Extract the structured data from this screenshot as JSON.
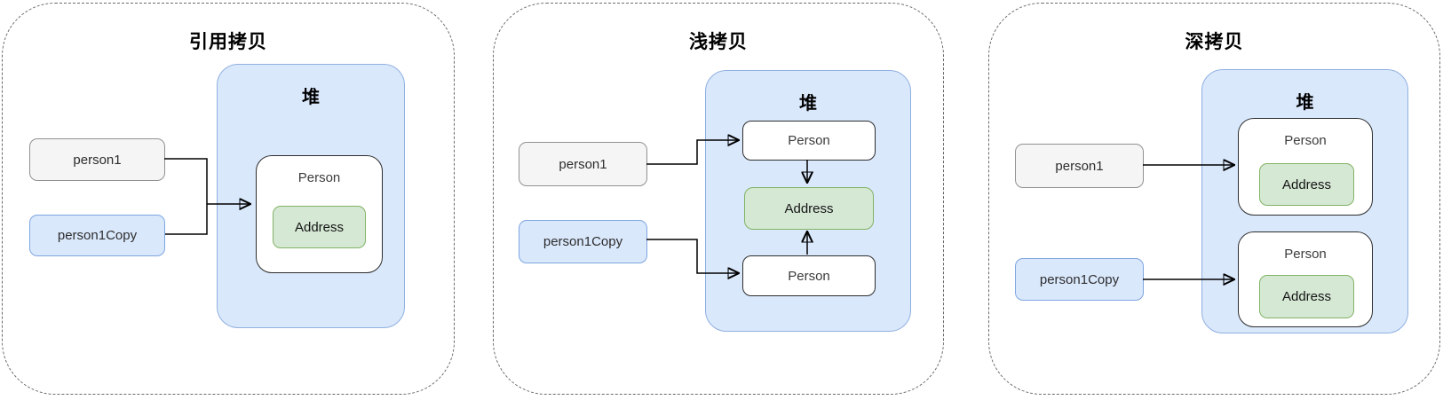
{
  "diagram_title": "copy-semantics-diagram",
  "colors": {
    "heap_fill": "#dae8fc",
    "heap_stroke": "#8fb0e0",
    "blue_fill": "#dae8fc",
    "blue_stroke": "#7ea6e0",
    "gray_fill": "#f5f5f5",
    "gray_stroke": "#919191",
    "green_fill": "#d5e8d4",
    "green_stroke": "#82b366",
    "box_stroke": "#2d2d2d",
    "line": "#000000",
    "panel_border": "#6b6b6b"
  },
  "panels": [
    {
      "title": "引用拷贝",
      "heap_label": "堆",
      "stack_refs": [
        {
          "label": "person1"
        },
        {
          "label": "person1Copy"
        }
      ],
      "heap_objects": [
        {
          "label": "Person",
          "field": "Address"
        }
      ]
    },
    {
      "title": "浅拷贝",
      "heap_label": "堆",
      "stack_refs": [
        {
          "label": "person1"
        },
        {
          "label": "person1Copy"
        }
      ],
      "heap_objects": [
        {
          "label": "Person"
        },
        {
          "label": "Address"
        },
        {
          "label": "Person"
        }
      ]
    },
    {
      "title": "深拷贝",
      "heap_label": "堆",
      "stack_refs": [
        {
          "label": "person1"
        },
        {
          "label": "person1Copy"
        }
      ],
      "heap_objects": [
        {
          "label": "Person",
          "field": "Address"
        },
        {
          "label": "Person",
          "field": "Address"
        }
      ]
    }
  ]
}
